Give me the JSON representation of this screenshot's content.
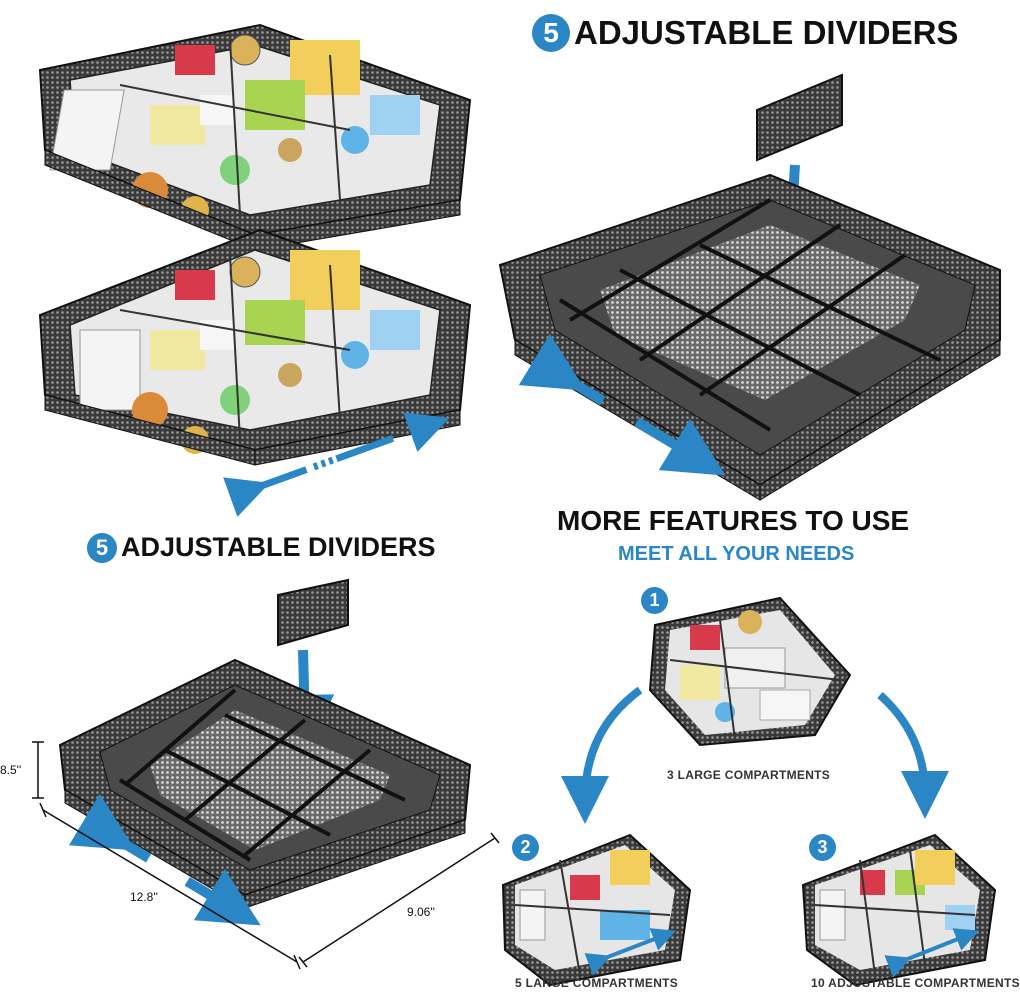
{
  "colors": {
    "accent": "#2a86c4",
    "text": "#111111",
    "mesh": "#2b2b2b"
  },
  "top_heading": {
    "number": "5",
    "label": "ADJUSTABLE DIVIDERS"
  },
  "mid_heading": {
    "number": "5",
    "label": "ADJUSTABLE DIVIDERS"
  },
  "features": {
    "title": "MORE FEATURES TO USE",
    "subtitle": "MEET ALL YOUR NEEDS"
  },
  "options": [
    {
      "number": "1",
      "caption": "3 LARGE COMPARTMENTS"
    },
    {
      "number": "2",
      "caption": "5 LARGE COMPARTMENTS"
    },
    {
      "number": "3",
      "caption": "10 ADJUSTABLE COMPARTMENTS"
    }
  ],
  "dimensions": {
    "height": "8.5''",
    "length": "12.8''",
    "width": "9.06''"
  }
}
